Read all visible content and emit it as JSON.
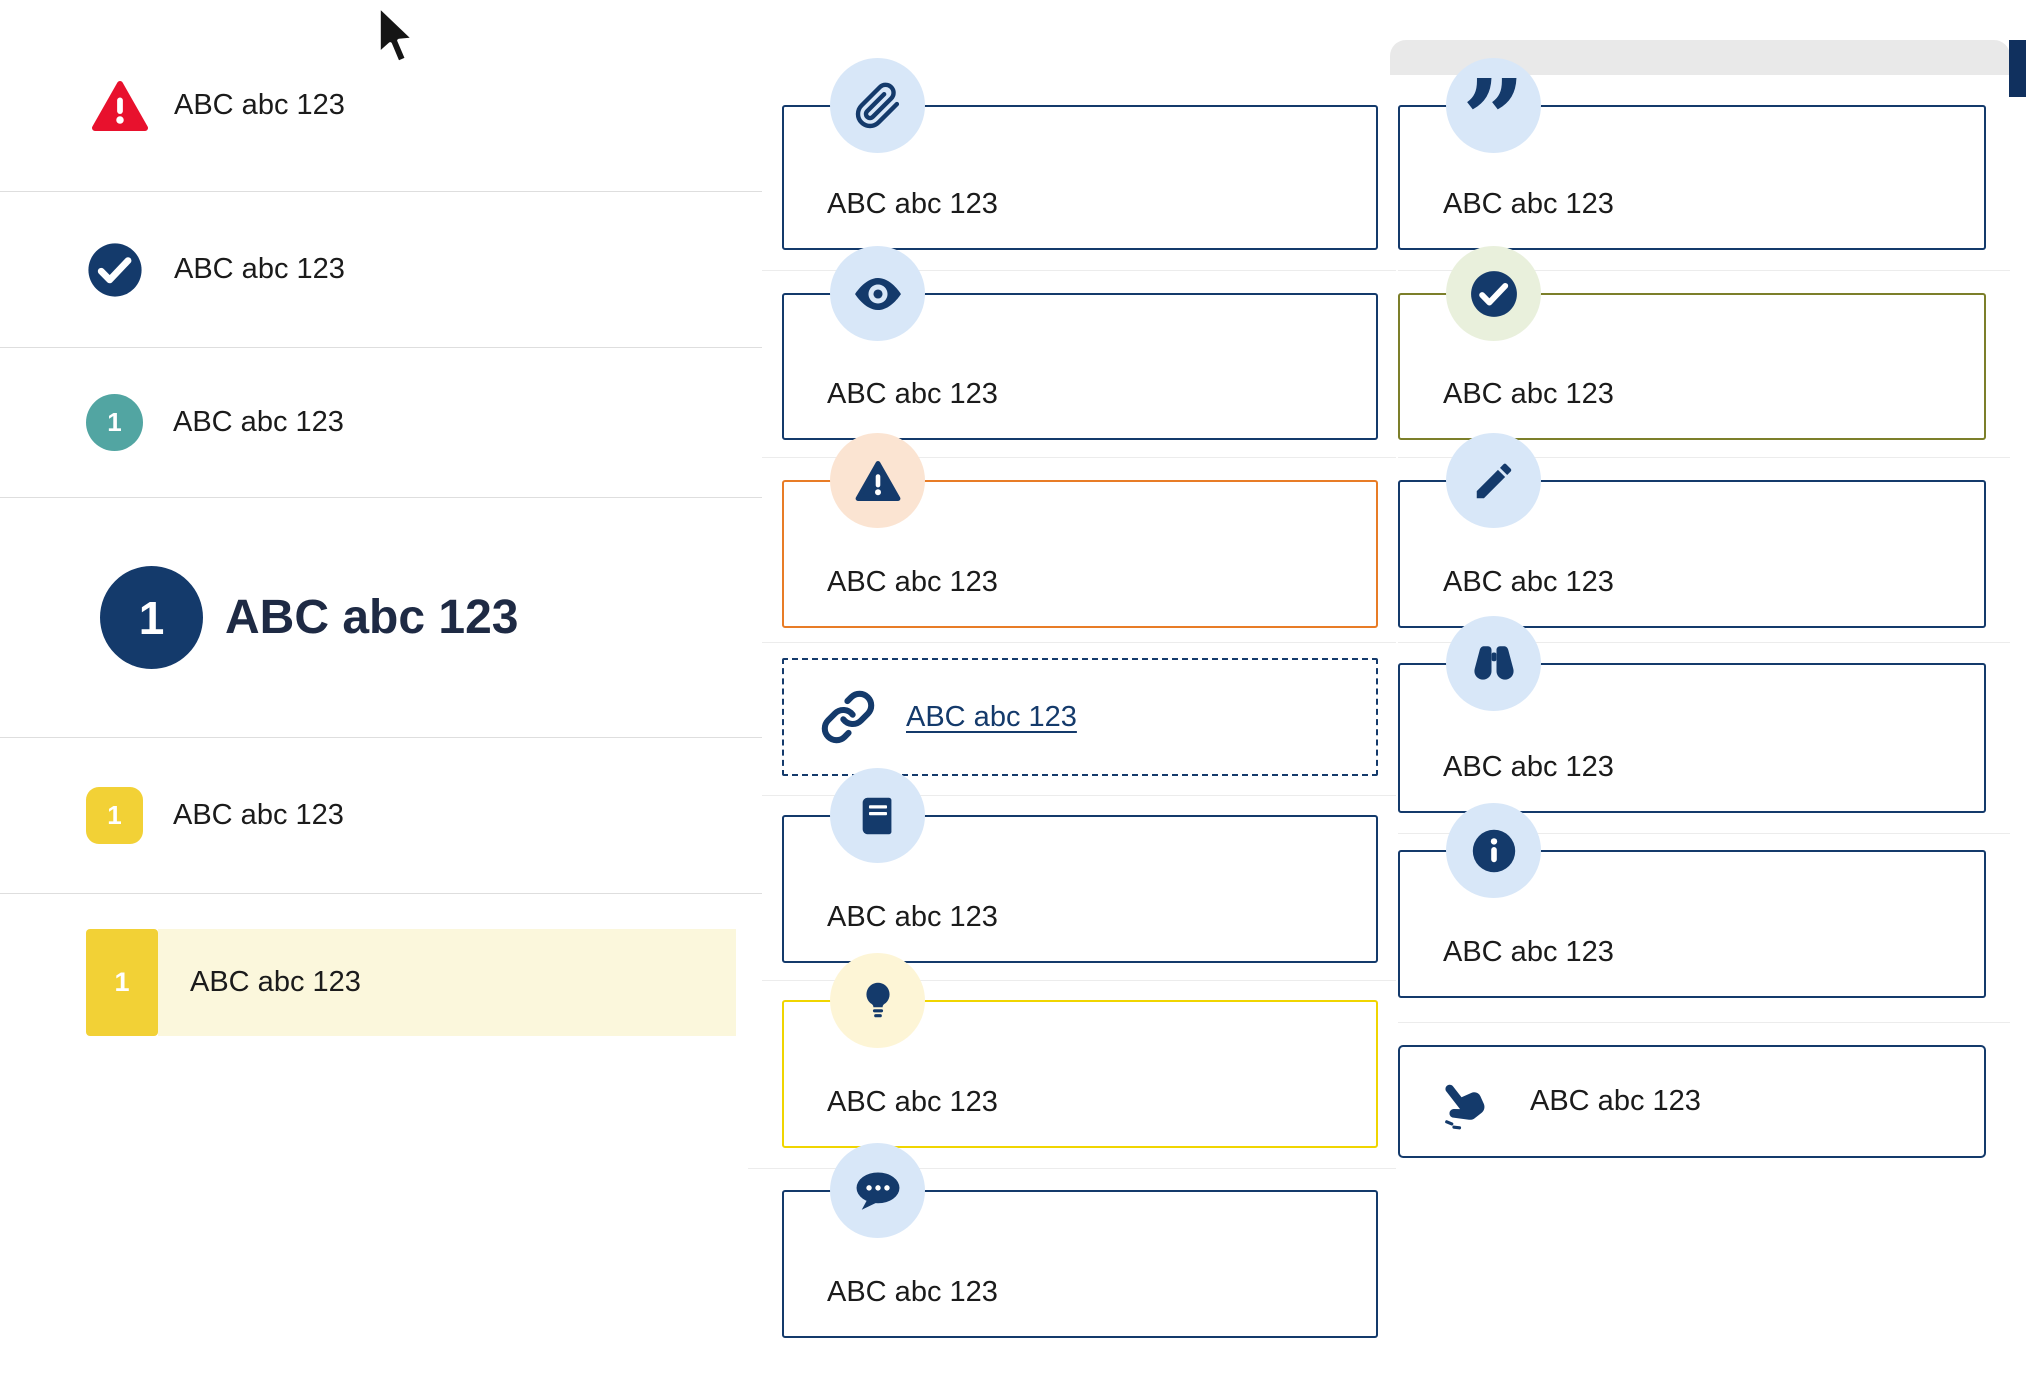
{
  "colors": {
    "navy": "#143a6b",
    "light_blue_circle": "#d8e7f8",
    "red": "#e8112d",
    "teal": "#52a5a2",
    "yellow": "#f2d136",
    "pale_yellow_row": "#fbf7dc",
    "orange_border": "#e87c26",
    "pale_orange_circle": "#fbe4d2",
    "olive_border": "#7c7f2a",
    "pale_green_circle": "#e9f0dc",
    "pale_yellow_circle": "#fdf5d6",
    "yellow_border": "#f0d500",
    "text": "#1b1b1b"
  },
  "left_list": {
    "items": [
      {
        "icon": "warning-triangle",
        "label": "ABC abc 123"
      },
      {
        "icon": "check-circle",
        "label": "ABC abc 123"
      },
      {
        "icon": "numbered-circle-teal",
        "number": "1",
        "label": "ABC abc 123"
      },
      {
        "icon": "numbered-circle-navy-large",
        "number": "1",
        "label": "ABC abc 123"
      },
      {
        "icon": "numbered-square-yellow",
        "number": "1",
        "label": "ABC abc 123"
      },
      {
        "icon": "numbered-square-yellow-highlighted",
        "number": "1",
        "label": "ABC abc 123"
      }
    ]
  },
  "middle_cards": [
    {
      "icon": "paperclip",
      "variant": "navy",
      "label": "ABC abc 123"
    },
    {
      "icon": "eye",
      "variant": "navy",
      "label": "ABC abc 123"
    },
    {
      "icon": "warning-triangle",
      "variant": "orange",
      "label": "ABC abc 123"
    },
    {
      "icon": "link-chain",
      "variant": "dashed-link",
      "label": "ABC abc 123"
    },
    {
      "icon": "book",
      "variant": "navy",
      "label": "ABC abc 123"
    },
    {
      "icon": "lightbulb",
      "variant": "yellow",
      "label": "ABC abc 123"
    },
    {
      "icon": "speech-bubble",
      "variant": "navy",
      "label": "ABC abc 123"
    }
  ],
  "right_cards": [
    {
      "icon": "quote",
      "variant": "navy",
      "glyph": "”",
      "label": "ABC abc 123"
    },
    {
      "icon": "check-circle",
      "variant": "olive",
      "label": "ABC abc 123"
    },
    {
      "icon": "pencil",
      "variant": "navy",
      "label": "ABC abc 123"
    },
    {
      "icon": "binoculars",
      "variant": "navy",
      "label": "ABC abc 123"
    },
    {
      "icon": "info-circle",
      "variant": "navy",
      "label": "ABC abc 123"
    },
    {
      "icon": "pointing-hand",
      "variant": "inline",
      "label": "ABC abc 123"
    }
  ]
}
